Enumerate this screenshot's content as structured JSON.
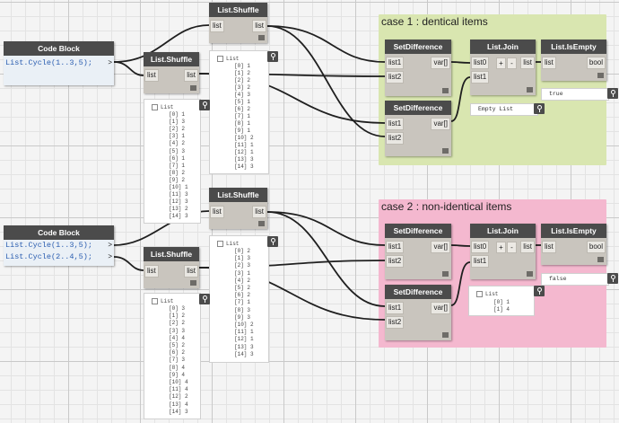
{
  "groups": {
    "case1": {
      "title": "case 1 : dentical items",
      "color": "#d9e6b0"
    },
    "case2": {
      "title": "case 2 : non-identical items",
      "color": "#f4b8cf"
    }
  },
  "code_block_1": {
    "title": "Code Block",
    "lines": [
      "List.Cycle(1..3,5);"
    ],
    "output": ">"
  },
  "code_block_2": {
    "title": "Code Block",
    "lines": [
      "List.Cycle(1..3,5);",
      "List.Cycle(2..4,5);"
    ],
    "output": ">"
  },
  "shuffle": {
    "title": "List.Shuffle",
    "input": "list",
    "output": "list"
  },
  "set_difference": {
    "title": "SetDifference",
    "input1": "list1",
    "input2": "list2",
    "output": "var[]"
  },
  "list_join": {
    "title": "List.Join",
    "input": "list0",
    "input2": "list1",
    "add": "+",
    "remove": "-",
    "output": "list"
  },
  "is_empty": {
    "title": "List.IsEmpty",
    "input": "list",
    "output": "bool"
  },
  "watch_title": "List",
  "watch_case1_top": [
    "[0] 1",
    "[1] 2",
    "[2] 2",
    "[3] 2",
    "[4] 3",
    "[5] 1",
    "[6] 2",
    "[7] 1",
    "[8] 1",
    "[9] 1",
    "[10] 2",
    "[11] 1",
    "[12] 1",
    "[13] 3",
    "[14] 3"
  ],
  "watch_case1_bottom": [
    "[0] 1",
    "[1] 3",
    "[2] 2",
    "[3] 1",
    "[4] 2",
    "[5] 3",
    "[6] 1",
    "[7] 1",
    "[8] 2",
    "[9] 2",
    "[10] 1",
    "[11] 3",
    "[12] 3",
    "[13] 2",
    "[14] 3"
  ],
  "watch_case2_top": [
    "[0] 2",
    "[1] 3",
    "[2] 3",
    "[3] 1",
    "[4] 2",
    "[5] 2",
    "[6] 2",
    "[7] 1",
    "[8] 3",
    "[9] 3",
    "[10] 2",
    "[11] 1",
    "[12] 1",
    "[13] 3",
    "[14] 3"
  ],
  "watch_case2_bottom": [
    "[0] 3",
    "[1] 2",
    "[2] 2",
    "[3] 3",
    "[4] 4",
    "[5] 2",
    "[6] 2",
    "[7] 3",
    "[8] 4",
    "[9] 4",
    "[10] 4",
    "[11] 4",
    "[12] 2",
    "[13] 4",
    "[14] 3"
  ],
  "watch_join_case2": [
    "[0] 1",
    "[1] 4"
  ],
  "preview_join_case1": "Empty List",
  "preview_isempty_case1": "true",
  "preview_isempty_case2": "false"
}
